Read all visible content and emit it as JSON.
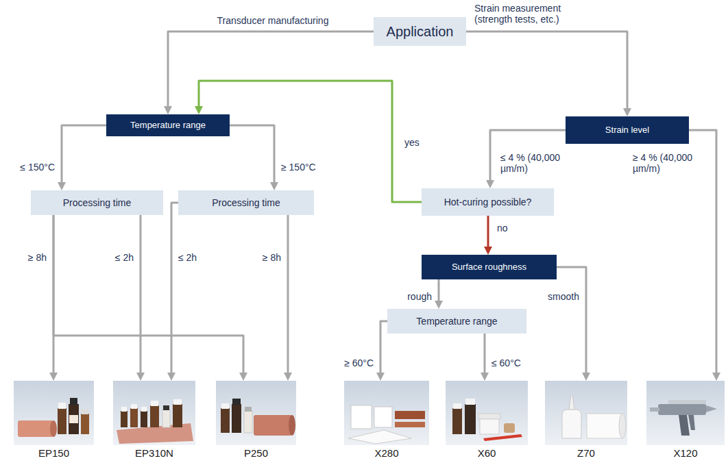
{
  "diagram": {
    "nodes": [
      {
        "text": [
          "Application"
        ]
      },
      {
        "text": [
          "Temperature range"
        ]
      },
      {
        "text": [
          "Processing time"
        ]
      },
      {
        "text": [
          "Processing time"
        ]
      },
      {
        "text": [
          "Strain level"
        ]
      },
      {
        "text": [
          "Hot-curing possible?"
        ]
      },
      {
        "text": [
          "Surface roughness"
        ]
      },
      {
        "text": [
          "Temperature range"
        ]
      },
      {
        "text": [
          "EP150"
        ]
      },
      {
        "text": [
          "EP310N"
        ]
      },
      {
        "text": [
          "P250"
        ]
      },
      {
        "text": [
          "X280"
        ]
      },
      {
        "text": [
          "X60"
        ]
      },
      {
        "text": [
          "Z70"
        ]
      },
      {
        "text": [
          "X120"
        ]
      }
    ],
    "edges": [
      {
        "from": 0,
        "to": 1,
        "arrow": "to",
        "label": "Transducer manufacturing"
      },
      {
        "from": 0,
        "to": 4,
        "arrow": "to",
        "label": "Strain measurement (strength tests, etc.)"
      },
      {
        "from": 1,
        "to": 2,
        "arrow": "to",
        "label": "≤ 150°C"
      },
      {
        "from": 1,
        "to": 3,
        "arrow": "to",
        "label": "≥ 150°C"
      },
      {
        "from": 2,
        "to": 8,
        "arrow": "to",
        "label": "≥ 8h"
      },
      {
        "from": 2,
        "to": 9,
        "arrow": "to",
        "label": "≤ 2h"
      },
      {
        "from": 3,
        "to": 9,
        "arrow": "to",
        "label": "≤ 2h"
      },
      {
        "from": 3,
        "to": 10,
        "arrow": "to",
        "label": "≥ 8h"
      },
      {
        "from": 2,
        "to": 10,
        "arrow": "to"
      },
      {
        "from": 4,
        "to": 5,
        "arrow": "to",
        "label": "≤ 4 % (40,000 µm/m)"
      },
      {
        "from": 4,
        "to": 14,
        "arrow": "to",
        "label": "≥ 4 % (40,000 µm/m)"
      },
      {
        "from": 5,
        "to": 1,
        "arrow": "to",
        "label": "yes"
      },
      {
        "from": 5,
        "to": 6,
        "arrow": "to",
        "label": "no"
      },
      {
        "from": 6,
        "to": 7,
        "arrow": "to",
        "label": "rough"
      },
      {
        "from": 6,
        "to": 13,
        "arrow": "to",
        "label": "smooth"
      },
      {
        "from": 7,
        "to": 11,
        "arrow": "to",
        "label": "≥ 60°C"
      },
      {
        "from": 7,
        "to": 12,
        "arrow": "to",
        "label": "≤ 60°C"
      }
    ]
  }
}
